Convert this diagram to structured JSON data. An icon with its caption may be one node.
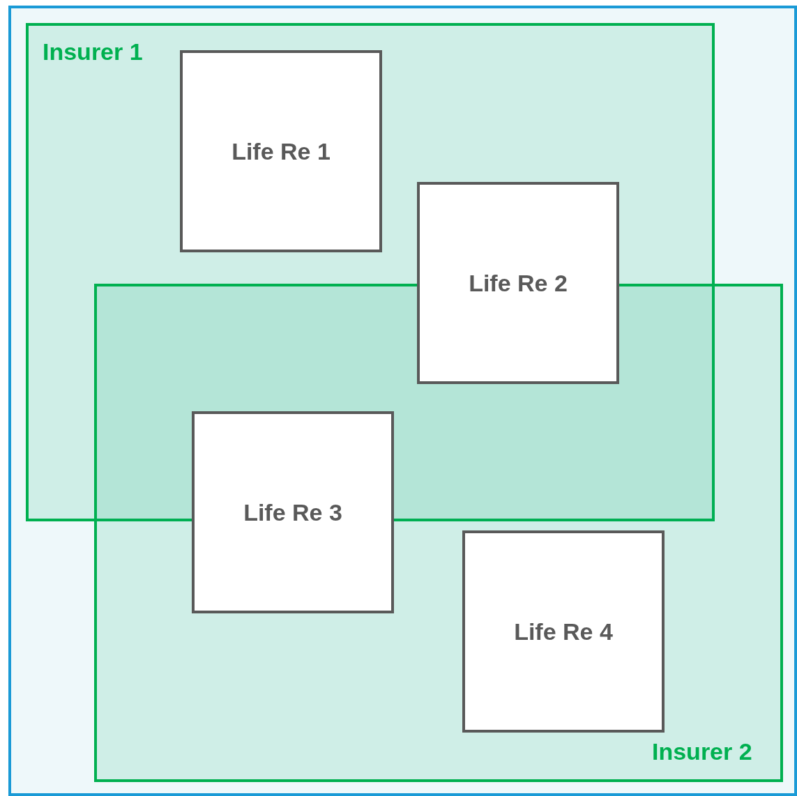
{
  "diagram": {
    "nodes": [
      {
        "text": [
          "Insurer 1"
        ]
      },
      {
        "text": [
          "Insurer 2"
        ]
      },
      {
        "text": [
          "Life Re 1"
        ],
        "in": 0
      },
      {
        "text": [
          "Life Re 2"
        ],
        "in": 0
      },
      {
        "text": [
          "Life Re 3"
        ],
        "in": 1
      },
      {
        "text": [
          "Life Re 4"
        ],
        "in": 1
      }
    ]
  }
}
